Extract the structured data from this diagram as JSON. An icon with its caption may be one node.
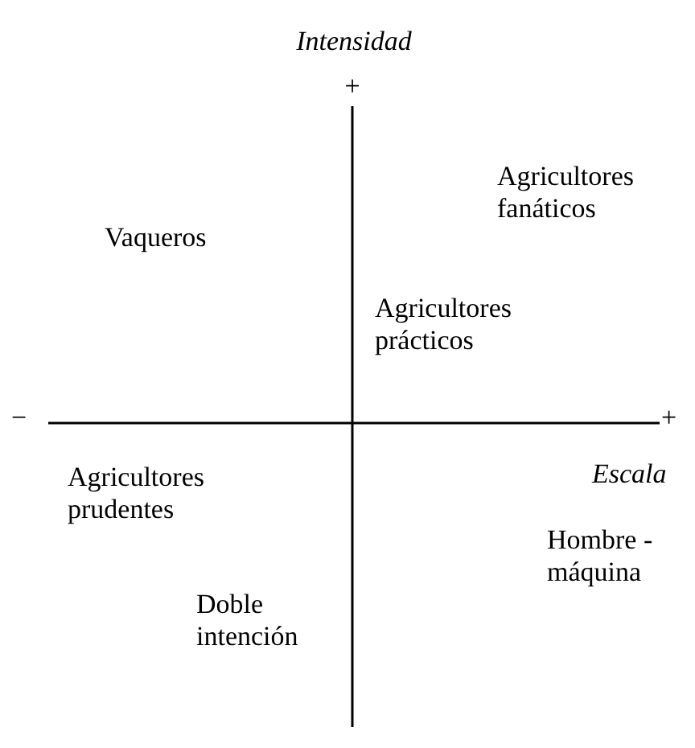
{
  "diagram": {
    "labels": [
      "Intensidad",
      "+",
      "Agricultores fanáticos",
      "Vaqueros",
      "Agricultores prácticos",
      "−",
      "+",
      "Agricultores prudentes",
      "Escala",
      "Hombre -máquina",
      "Doble intención"
    ]
  }
}
